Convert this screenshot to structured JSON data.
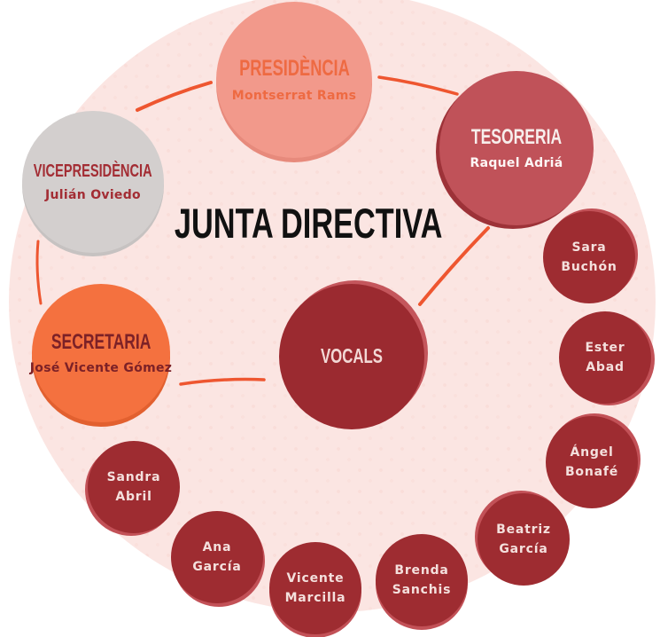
{
  "title": "JUNTA DIRECTIVA",
  "board": {
    "roles": [
      {
        "id": "presidencia",
        "label": "PRESIDÈNCIA",
        "name": "Montserrat Rams"
      },
      {
        "id": "vicepresidencia",
        "label": "VICEPRESIDÈNCIA",
        "name": "Julián Oviedo"
      },
      {
        "id": "tesoreria",
        "label": "TESORERIA",
        "name": "Raquel Adriá"
      },
      {
        "id": "secretaria",
        "label": "SECRETARIA",
        "name": "José Vicente Gómez"
      },
      {
        "id": "vocals",
        "label": "VOCALS"
      }
    ],
    "vocals_members": [
      "Sara Buchón",
      "Ester Abad",
      "Ángel Bonafé",
      "Beatriz García",
      "Brenda Sanchis",
      "Vicente Marcilla",
      "Ana García",
      "Sandra Abril"
    ]
  },
  "colors": {
    "background": "#FFFFFF",
    "blob": "#FBE5E2",
    "presidencia_fill": "#F2998B",
    "presidencia_text": "#EE6A42",
    "vicepresidencia_fill": "#D3CFCE",
    "vicepresidencia_text": "#A32D34",
    "tesoreria_fill": "#C05259",
    "tesoreria_text": "#F7EEEC",
    "secretaria_fill": "#F4713F",
    "secretaria_text": "#7C2127",
    "vocals_fill": "#9B2A30",
    "vocals_text": "#F2D8D5",
    "member_fill": "#9E2C31",
    "member_rim": "#C25157",
    "member_text": "#F4E0DD",
    "connector": "#EE5630",
    "title_text": "#111111"
  }
}
